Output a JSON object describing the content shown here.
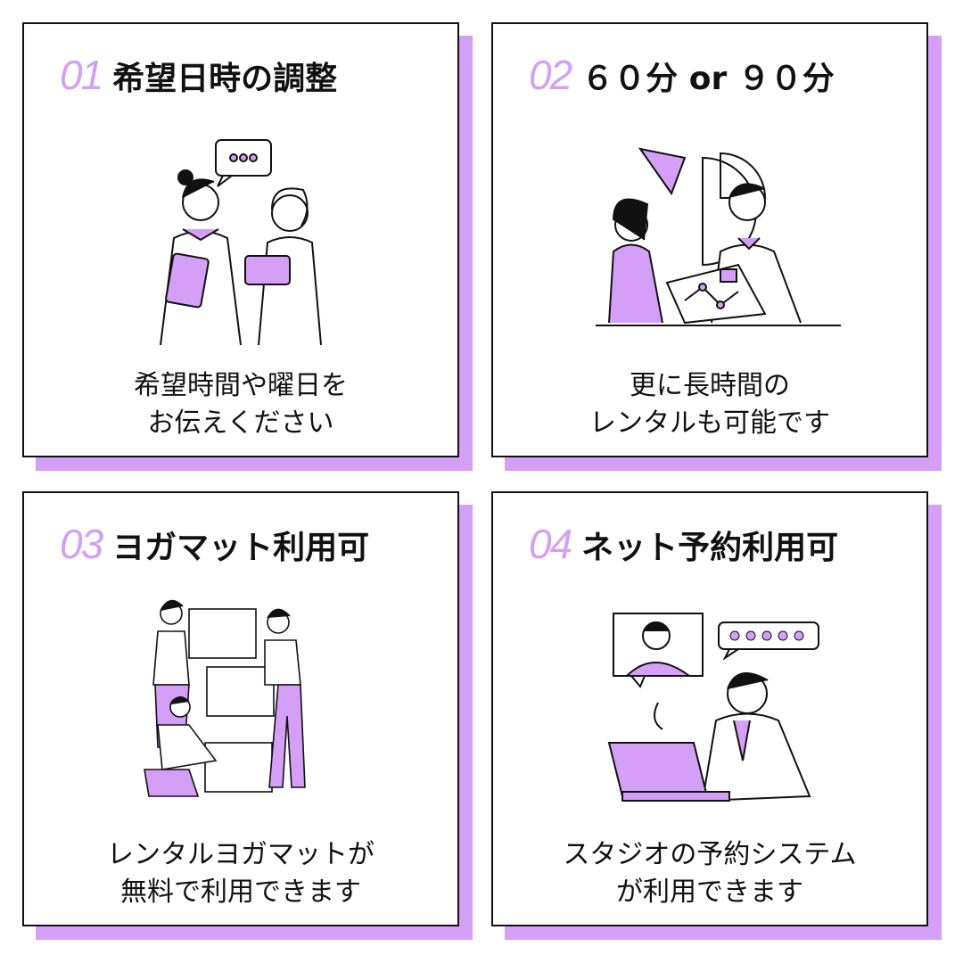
{
  "cards": [
    {
      "number": "01",
      "title": "希望日時の調整",
      "lines": [
        "希望時間や曜日を",
        "お伝えください"
      ],
      "illustration": "two-women-talking-icon"
    },
    {
      "number": "02",
      "title": "６０分 or ９０分",
      "lines": [
        "更に長時間の",
        "レンタルも可能です"
      ],
      "illustration": "business-meeting-chart-icon"
    },
    {
      "number": "03",
      "title": "ヨガマット利用可",
      "lines": [
        "レンタルヨガマットが",
        "無料で利用できます"
      ],
      "illustration": "people-stacking-boxes-icon"
    },
    {
      "number": "04",
      "title": "ネット予約利用可",
      "lines": [
        "スタジオの予約システム",
        "が利用できます"
      ],
      "illustration": "online-booking-laptop-icon"
    }
  ],
  "colors": {
    "accent": "#d59ef7",
    "border": "#111111"
  }
}
